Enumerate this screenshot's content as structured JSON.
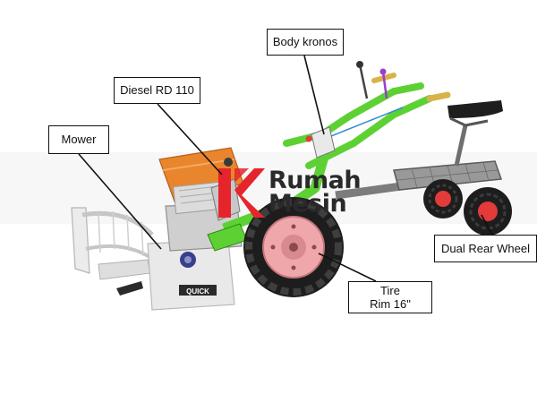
{
  "labels": {
    "body": "Body kronos",
    "diesel": "Diesel RD 110",
    "mower": "Mower",
    "dual_rear_wheel": "Dual Rear Wheel",
    "tire_line1": "Tire",
    "tire_line2": "Rim 16\""
  },
  "watermark": {
    "line1": "Rumah",
    "line2": "Mesin",
    "logo_color": "#e5252b"
  },
  "decal": {
    "brand": "QUICK"
  },
  "colors": {
    "frame_green": "#5dd134",
    "engine_orange": "#e9852c",
    "rim_pink": "#efa7ab",
    "tire_black": "#1d1d1d",
    "trailer_gray": "#8e8e8e",
    "mower_light": "#e9e9e9"
  }
}
